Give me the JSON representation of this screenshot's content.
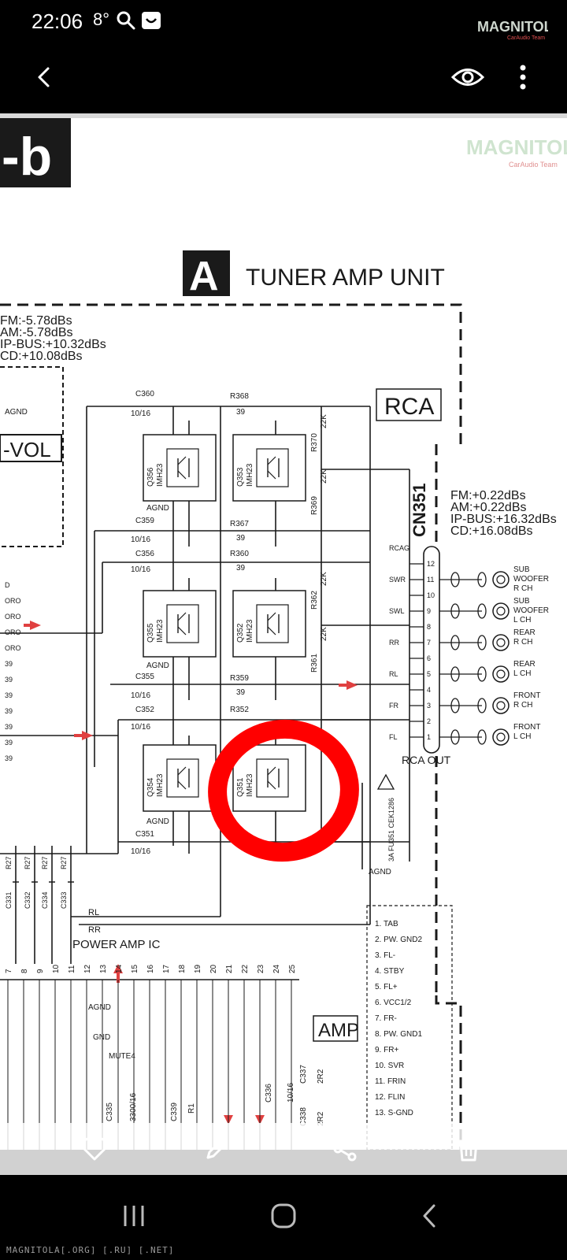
{
  "status_bar": {
    "time": "22:06",
    "temperature": "8°",
    "icons": [
      "search-icon",
      "app-notification-icon"
    ]
  },
  "top_logo": {
    "text": "MAGNITOLA",
    "subtext": "CarAudio Team"
  },
  "app_bar": {
    "icons": [
      "back-arrow-icon",
      "eye-icon",
      "more-vert-icon"
    ]
  },
  "schematic": {
    "page_tag": "-b",
    "unit_letter": "A",
    "unit_title": "TUNER AMP UNIT",
    "watermark_text": "MAGNITOLA",
    "watermark_subtext": "CarAudio Team",
    "levels_left": [
      "FM:-5.78dBs",
      "AM:-5.78dBs",
      "IP-BUS:+10.32dBs",
      "CD:+10.08dBs"
    ],
    "levels_right": [
      "FM:+0.22dBs",
      "AM:+0.22dBs",
      "IP-BUS:+16.32dBs",
      "CD:+16.08dBs"
    ],
    "vol_label": "-VOL",
    "rca_box": "RCA",
    "rca_out": "RCA OUT",
    "connector": "CN351",
    "amp_box": "AMP",
    "power_amp_ic": "POWER AMP IC",
    "agnd": "AGND",
    "gnd": "GND",
    "mute": "MUTE4",
    "fuse": "3A FU351 CEK1286",
    "transistors": [
      {
        "ref": "Q356",
        "part": "IMH23"
      },
      {
        "ref": "Q353",
        "part": "IMH23"
      },
      {
        "ref": "Q355",
        "part": "IMH23"
      },
      {
        "ref": "Q352",
        "part": "IMH23"
      },
      {
        "ref": "Q354",
        "part": "IMH23"
      },
      {
        "ref": "Q351",
        "part": "IMH23"
      }
    ],
    "capacitors": [
      {
        "ref": "C360",
        "value": "10/16"
      },
      {
        "ref": "C359",
        "value": "10/16"
      },
      {
        "ref": "C356",
        "value": "10/16"
      },
      {
        "ref": "C355",
        "value": "10/16"
      },
      {
        "ref": "C352",
        "value": "10/16"
      },
      {
        "ref": "C351",
        "value": "10/16"
      }
    ],
    "resistors": [
      {
        "ref": "R368",
        "value": "39"
      },
      {
        "ref": "R367",
        "value": "39"
      },
      {
        "ref": "R360",
        "value": "39"
      },
      {
        "ref": "R359",
        "value": "39"
      },
      {
        "ref": "R352",
        "value": "39"
      },
      {
        "ref": "R370",
        "value": "22K"
      },
      {
        "ref": "R369",
        "value": "22K"
      },
      {
        "ref": "R362",
        "value": "22K"
      },
      {
        "ref": "R361",
        "value": "22K"
      }
    ],
    "connector_pins": [
      "12",
      "11",
      "10",
      "9",
      "8",
      "7",
      "6",
      "5",
      "4",
      "3",
      "2",
      "1"
    ],
    "pin_signals": [
      "RCAG",
      "SWR",
      "SWL",
      "RR",
      "RL",
      "FR",
      "FL"
    ],
    "outputs": [
      {
        "line1": "SUB",
        "line2": "WOOFER",
        "line3": "R CH"
      },
      {
        "line1": "SUB",
        "line2": "WOOFER",
        "line3": "L CH"
      },
      {
        "line1": "REAR",
        "line2": "R CH",
        "line3": ""
      },
      {
        "line1": "REAR",
        "line2": "L CH",
        "line3": ""
      },
      {
        "line1": "FRONT",
        "line2": "R CH",
        "line3": ""
      },
      {
        "line1": "FRONT",
        "line2": "L CH",
        "line3": ""
      }
    ],
    "ic_pins": [
      "7",
      "8",
      "9",
      "10",
      "11",
      "12",
      "13",
      "14",
      "15",
      "16",
      "17",
      "18",
      "19",
      "20",
      "21",
      "22",
      "23",
      "24",
      "25"
    ],
    "bottom_caps": [
      "C331",
      "C332",
      "C334",
      "C333"
    ],
    "bottom_cap_values": [
      "R27",
      "R27",
      "R27",
      "R27"
    ],
    "lower_labels": [
      "RL",
      "RR",
      "C335",
      "3300/16",
      "C339",
      "R1",
      "C336",
      "10/16",
      "C337",
      "2R2",
      "C338",
      "2R2"
    ],
    "pin_legend": [
      "1. TAB",
      "2. PW. GND2",
      "3. FL-",
      "4. STBY",
      "5. FL+",
      "6. VCC1/2",
      "7. FR-",
      "8. PW. GND1",
      "9. FR+",
      "10. SVR",
      "11. FRIN",
      "12. FLIN",
      "13. S-GND"
    ],
    "left_edge_labels": [
      "D",
      "ORO",
      "ORO",
      "ORO",
      "ORO",
      "39",
      "39",
      "39",
      "39",
      "39",
      "39",
      "39"
    ]
  },
  "action_bar": {
    "icons": [
      "favorite-icon",
      "edit-icon",
      "share-icon",
      "delete-icon"
    ]
  },
  "nav_bar": {
    "icons": [
      "recents-icon",
      "home-icon",
      "back-icon"
    ]
  },
  "footer_watermark": "MAGNITOLA[.ORG] [.RU] [.NET]",
  "colors": {
    "highlight": "#ff0000",
    "arrow": "#e04040",
    "ink": "#1a1a1a",
    "logo_green": "#6aa86a",
    "logo_red": "#c0392b"
  }
}
